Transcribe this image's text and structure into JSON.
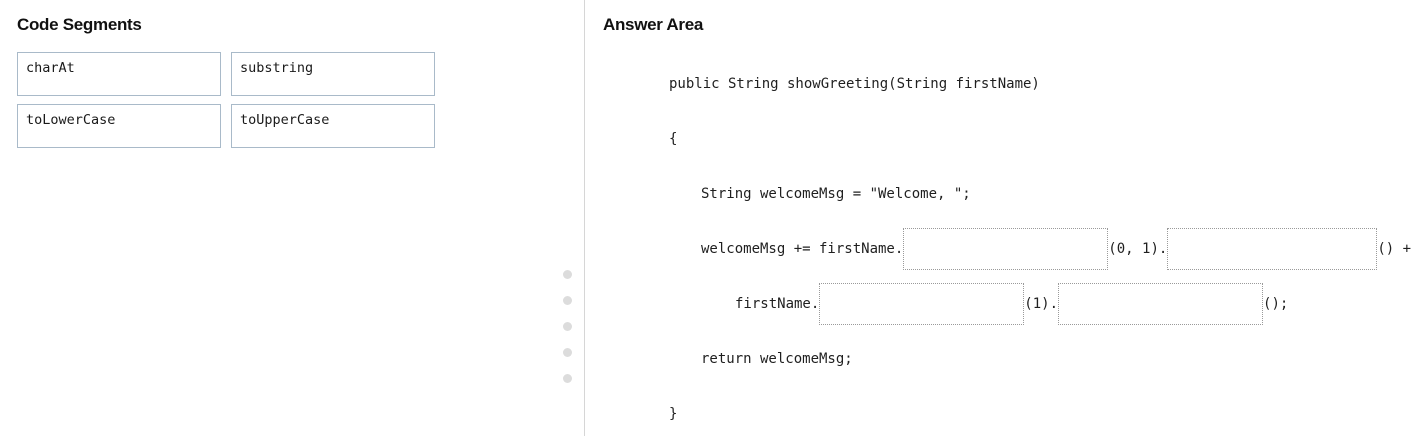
{
  "left_panel": {
    "title": "Code Segments",
    "segments": [
      {
        "label": "charAt"
      },
      {
        "label": "substring"
      },
      {
        "label": "toLowerCase"
      },
      {
        "label": "toUpperCase"
      }
    ]
  },
  "divider": {
    "handle_dot_count": 5,
    "dot_color": "#dcdcdc",
    "line_color": "#d6d6d6"
  },
  "right_panel": {
    "title": "Answer Area",
    "code_lines": [
      {
        "indent": 0,
        "text": "public String showGreeting(String firstName)"
      },
      {
        "indent": 0,
        "text": "{"
      },
      {
        "indent": 1,
        "text": "String welcomeMsg = \"Welcome, \";"
      },
      {
        "indent": 1,
        "segments": [
          {
            "type": "text",
            "value": "welcomeMsg += firstName."
          },
          {
            "type": "drop",
            "value": "",
            "width": "dz-w205"
          },
          {
            "type": "text",
            "value": "(0, 1)."
          },
          {
            "type": "drop",
            "value": "",
            "width": "dz-w210"
          },
          {
            "type": "text",
            "value": "() +"
          }
        ]
      },
      {
        "indent": 2,
        "segments": [
          {
            "type": "text",
            "value": "firstName."
          },
          {
            "type": "drop",
            "value": "",
            "width": "dz-w205"
          },
          {
            "type": "text",
            "value": "(1)."
          },
          {
            "type": "drop",
            "value": "",
            "width": "dz-w205"
          },
          {
            "type": "text",
            "value": "();"
          }
        ]
      },
      {
        "indent": 1,
        "text": "return welcomeMsg;"
      },
      {
        "indent": 0,
        "text": "}"
      }
    ]
  },
  "colors": {
    "segment_border": "#a9bac9",
    "dropzone_border": "#9a9a9a",
    "text": "#1f1f1f"
  }
}
